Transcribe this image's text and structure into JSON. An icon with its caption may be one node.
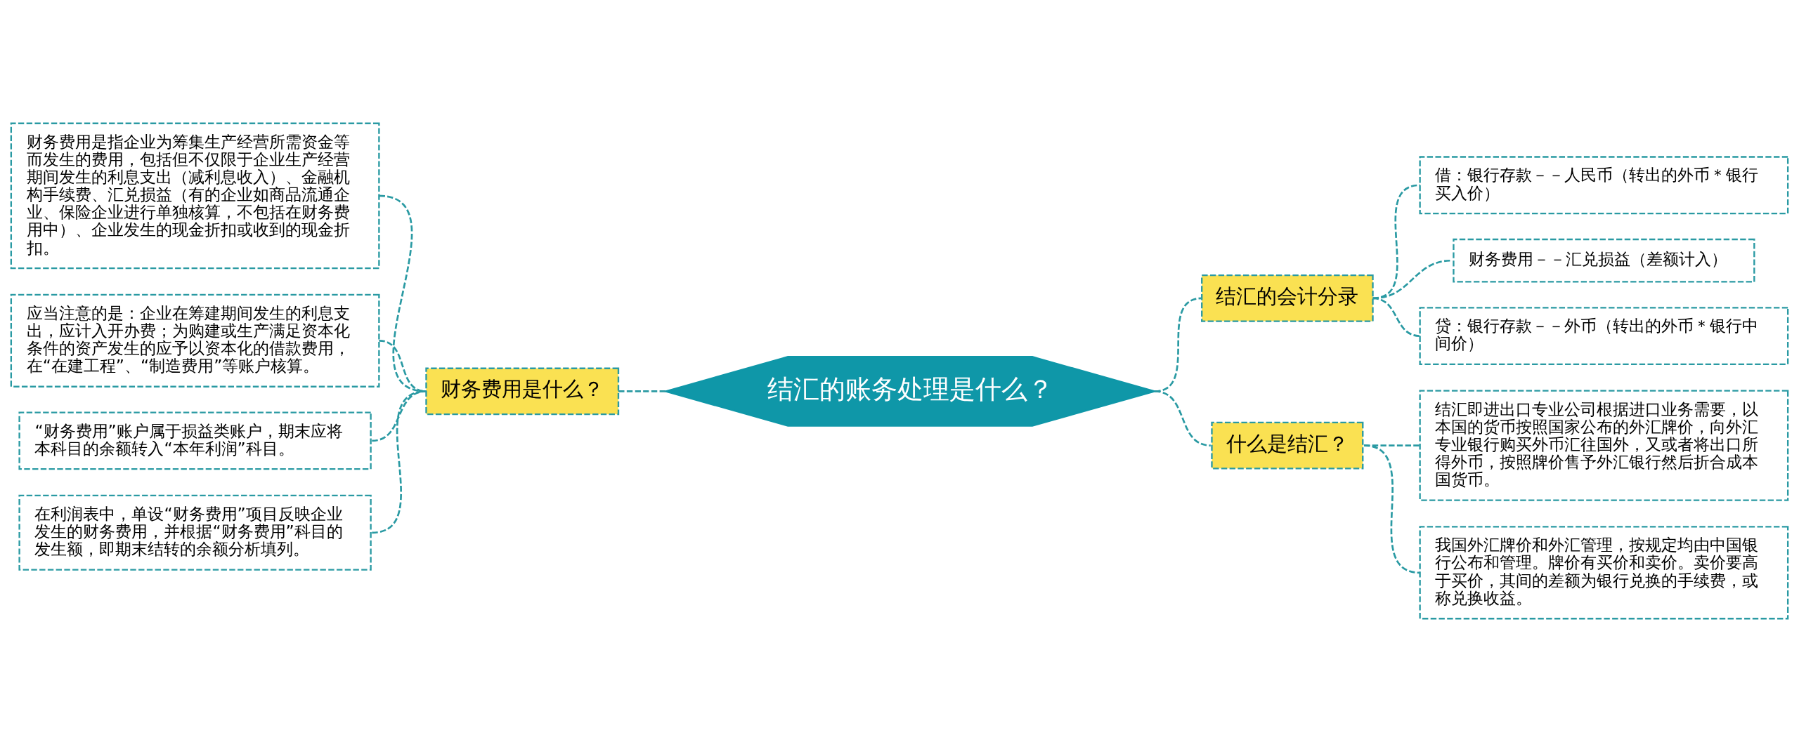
{
  "diagram": {
    "nodes": [
      {
        "text": [
          "结汇的账务处理是什么？"
        ]
      },
      {
        "text": [
          "财务费用是什么？"
        ]
      },
      {
        "text": [
          "财务费用是指企业为筹集生产经营所需资金等而发生的费用，包括但不仅限于企业生产经营期间发生的利息支出（减利息收入）、金融机构手续费、汇兑损益（有的企业如商品流通企业、保险企业进行单独核算，不包括在财务费用中）、企业发生的现金折扣或收到的现金折扣。"
        ]
      },
      {
        "text": [
          "应当注意的是：企业在筹建期间发生的利息支出，应计入开办费；为购建或生产满足资本化条件的资产发生的应予以资本化的借款费用，在“在建工程”、“制造费用”等账户核算。"
        ]
      },
      {
        "text": [
          "“财务费用”账户属于损益类账户，期末应将本科目的余额转入“本年利润”科目。"
        ]
      },
      {
        "text": [
          "在利润表中，单设“财务费用”项目反映企业发生的财务费用，并根据“财务费用”科目的发生额，即期末结转的余额分析填列。"
        ]
      },
      {
        "text": [
          "结汇的会计分录"
        ]
      },
      {
        "text": [
          "借：银行存款－－人民币（转出的外币＊银行买入价）"
        ]
      },
      {
        "text": [
          "财务费用－－汇兑损益（差额计入）"
        ]
      },
      {
        "text": [
          "贷：银行存款－－外币（转出的外币＊银行中间价）"
        ]
      },
      {
        "text": [
          "什么是结汇？"
        ]
      },
      {
        "text": [
          "结汇即进出口专业公司根据进口业务需要，以本国的货币按照国家公布的外汇牌价，向外汇专业银行购买外币汇往国外，又或者将出口所得外币，按照牌价售予外汇银行然后折合成本国货币。"
        ]
      },
      {
        "text": [
          "我国外汇牌价和外汇管理，按规定均由中国银行公布和管理。牌价有买价和卖价。卖价要高于买价，其间的差额为银行兑换的手续费，或称兑换收益。"
        ]
      }
    ],
    "edges": [
      {
        "from": 0,
        "to": 1,
        "arrow": "none",
        "style": "dashed"
      },
      {
        "from": 1,
        "to": 2,
        "arrow": "none",
        "style": "dashed"
      },
      {
        "from": 1,
        "to": 3,
        "arrow": "none",
        "style": "dashed"
      },
      {
        "from": 1,
        "to": 4,
        "arrow": "none",
        "style": "dashed"
      },
      {
        "from": 1,
        "to": 5,
        "arrow": "none",
        "style": "dashed"
      },
      {
        "from": 0,
        "to": 6,
        "arrow": "none",
        "style": "dashed"
      },
      {
        "from": 6,
        "to": 7,
        "arrow": "none",
        "style": "dashed"
      },
      {
        "from": 6,
        "to": 8,
        "arrow": "none",
        "style": "dashed"
      },
      {
        "from": 6,
        "to": 9,
        "arrow": "none",
        "style": "dashed"
      },
      {
        "from": 0,
        "to": 10,
        "arrow": "none",
        "style": "dashed"
      },
      {
        "from": 10,
        "to": 11,
        "arrow": "none",
        "style": "dashed"
      },
      {
        "from": 10,
        "to": 12,
        "arrow": "none",
        "style": "dashed"
      }
    ]
  }
}
